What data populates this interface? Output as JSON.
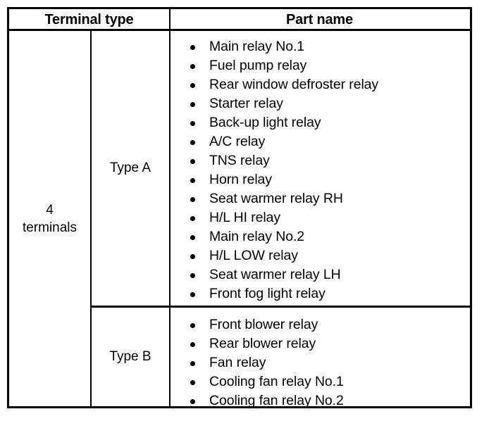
{
  "table": {
    "headers": {
      "terminal_type": "Terminal type",
      "part_name": "Part name"
    },
    "terminal_count": {
      "number": "4",
      "unit": "terminals"
    },
    "groups": [
      {
        "type_label": "Type A",
        "parts": [
          "Main relay No.1",
          "Fuel pump relay",
          "Rear window defroster relay",
          "Starter relay",
          "Back-up light relay",
          "A/C relay",
          "TNS relay",
          "Horn relay",
          "Seat warmer relay RH",
          "H/L HI relay",
          "Main relay No.2",
          "H/L LOW relay",
          "Seat warmer relay LH",
          "Front fog light relay"
        ]
      },
      {
        "type_label": "Type B",
        "parts": [
          "Front blower relay",
          "Rear blower relay",
          "Fan relay",
          "Cooling fan relay No.1",
          "Cooling fan relay No.2"
        ]
      }
    ]
  },
  "colors": {
    "text": "#000000",
    "background": "#ffffff",
    "border": "#000000"
  }
}
